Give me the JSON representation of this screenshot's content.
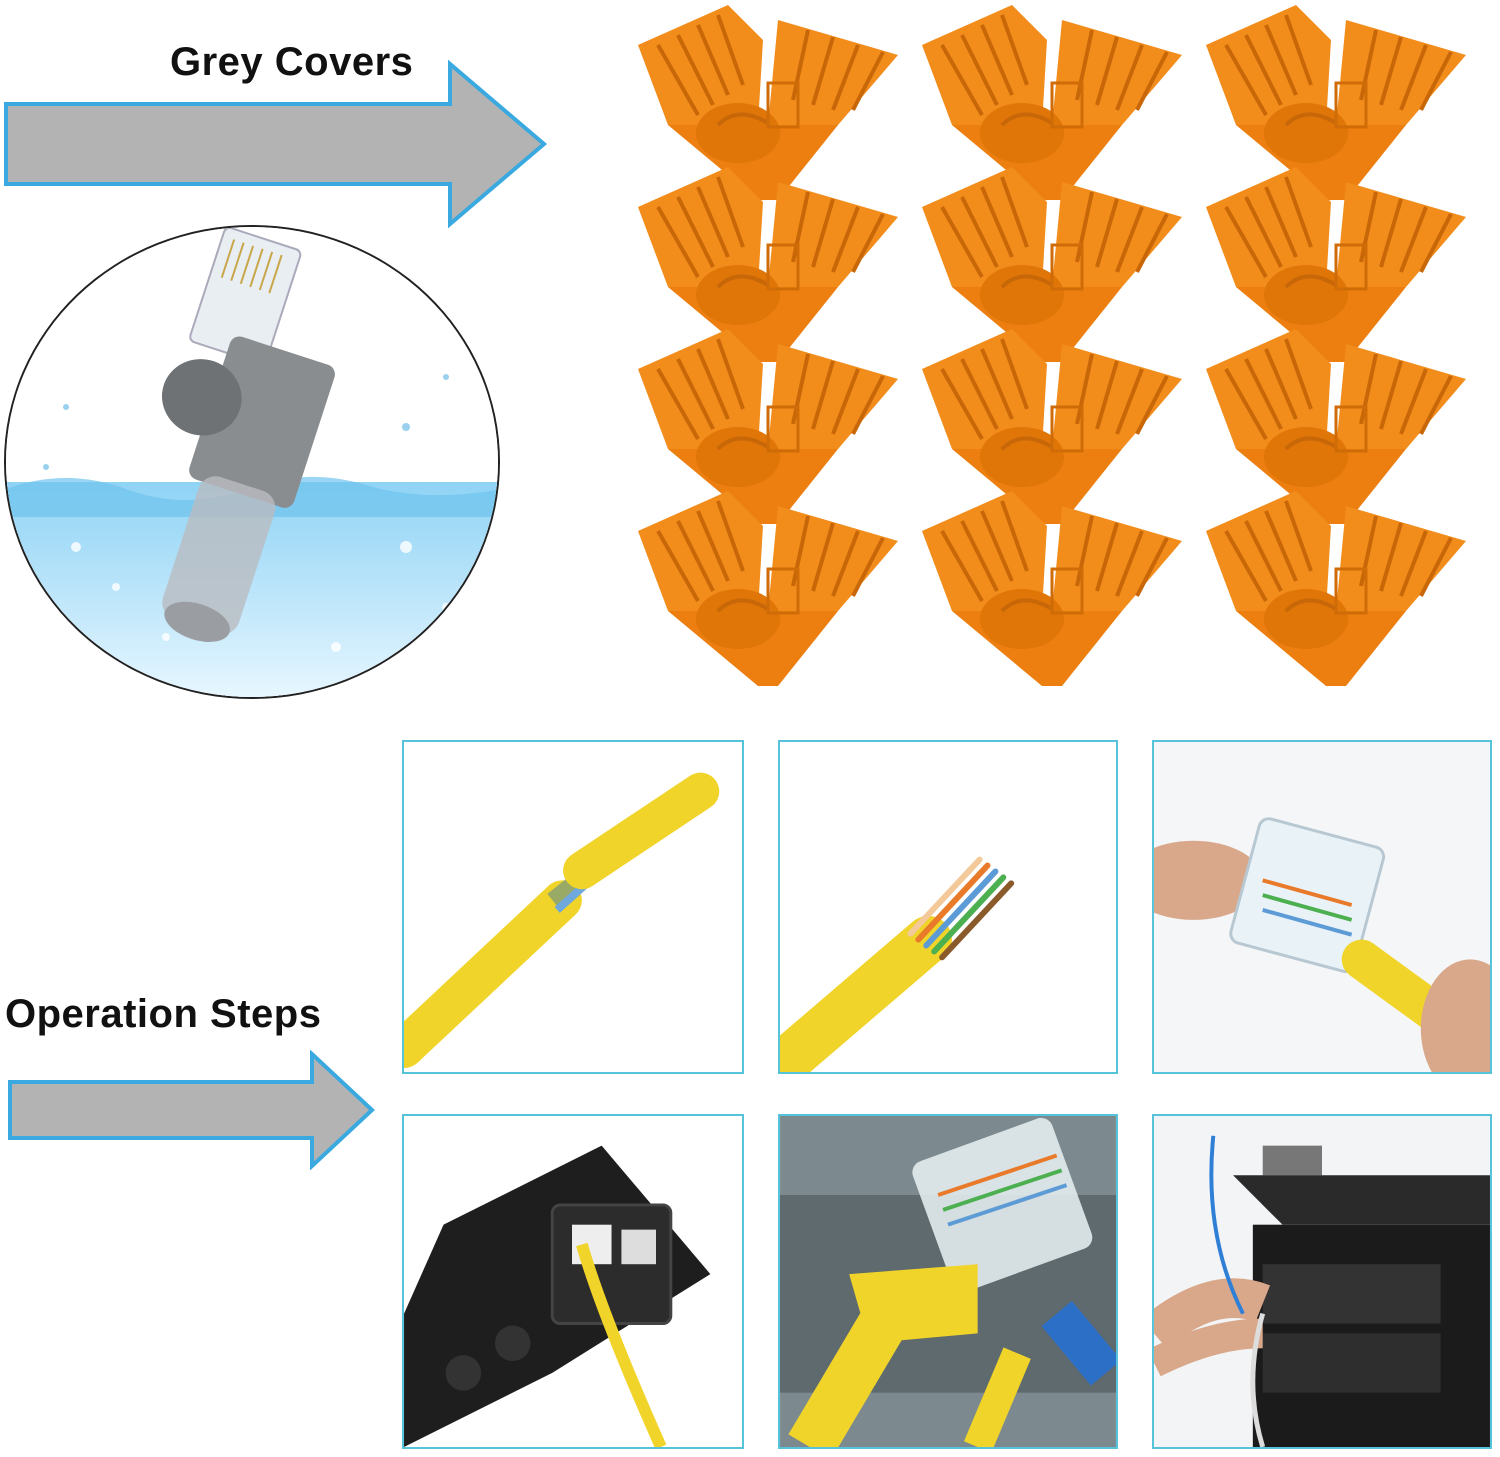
{
  "labels": {
    "grey_covers": "Grey Covers",
    "operation_steps": "Operation Steps"
  },
  "colors": {
    "arrow_fill": "#b3b3b3",
    "arrow_stroke": "#3aa9e0",
    "boot_orange": "#f28c1b",
    "frame_border": "#57c3db",
    "cable_yellow": "#f1d42a"
  },
  "boot_grid": {
    "rows": 4,
    "cols": 3
  },
  "steps": [
    {
      "icon": "cable-sleeve-slide-icon"
    },
    {
      "icon": "stripped-wires-icon"
    },
    {
      "icon": "insert-connector-icon"
    },
    {
      "icon": "crimp-tool-icon"
    },
    {
      "icon": "crimped-connector-icon"
    },
    {
      "icon": "patch-panel-icon"
    }
  ]
}
